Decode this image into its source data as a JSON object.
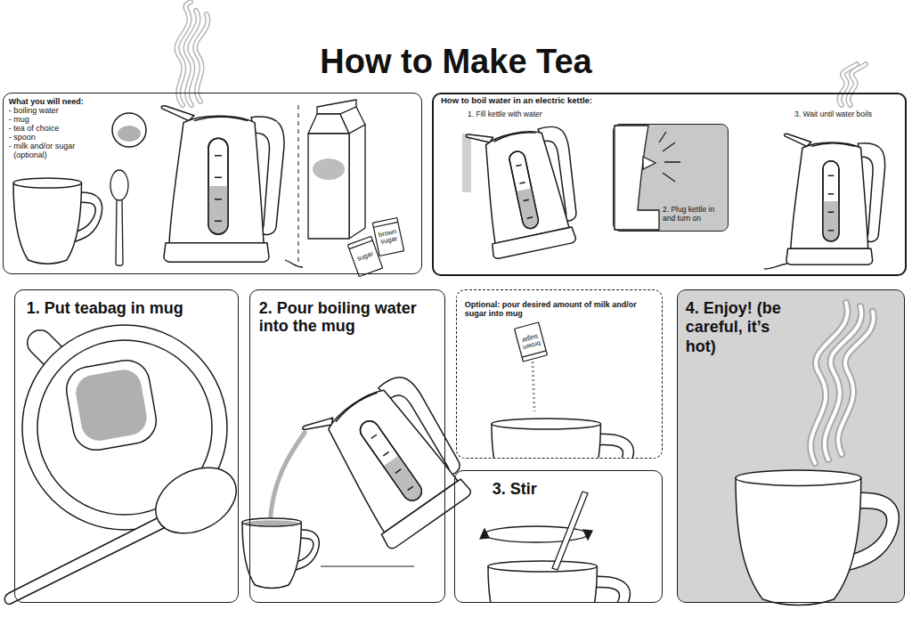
{
  "diagram": {
    "title": "How to Make Tea",
    "nodes": [
      {
        "text": [
          "What you will need:",
          "- boiling water",
          "- mug",
          "- tea of choice",
          "- spoon",
          "- milk and/or sugar (optional)"
        ]
      },
      {
        "text": [
          "How to boil water in an electric kettle:",
          "1. Fill kettle with water",
          "3. Wait until water boils"
        ]
      },
      {
        "text": [
          "2. Plug kettle in and turn on"
        ],
        "in": 1
      },
      {
        "text": [
          "1. Put teabag in mug"
        ]
      },
      {
        "text": [
          "2. Pour boiling water into the mug"
        ]
      },
      {
        "text": [
          "Optional: pour desired amount of milk and/or sugar into mug"
        ]
      },
      {
        "text": [
          "3. Stir"
        ]
      },
      {
        "text": [
          "4. Enjoy! (be careful, it’s hot)"
        ]
      }
    ],
    "labels": [
      "brown sugar",
      "sugar",
      "brown sugar"
    ]
  }
}
